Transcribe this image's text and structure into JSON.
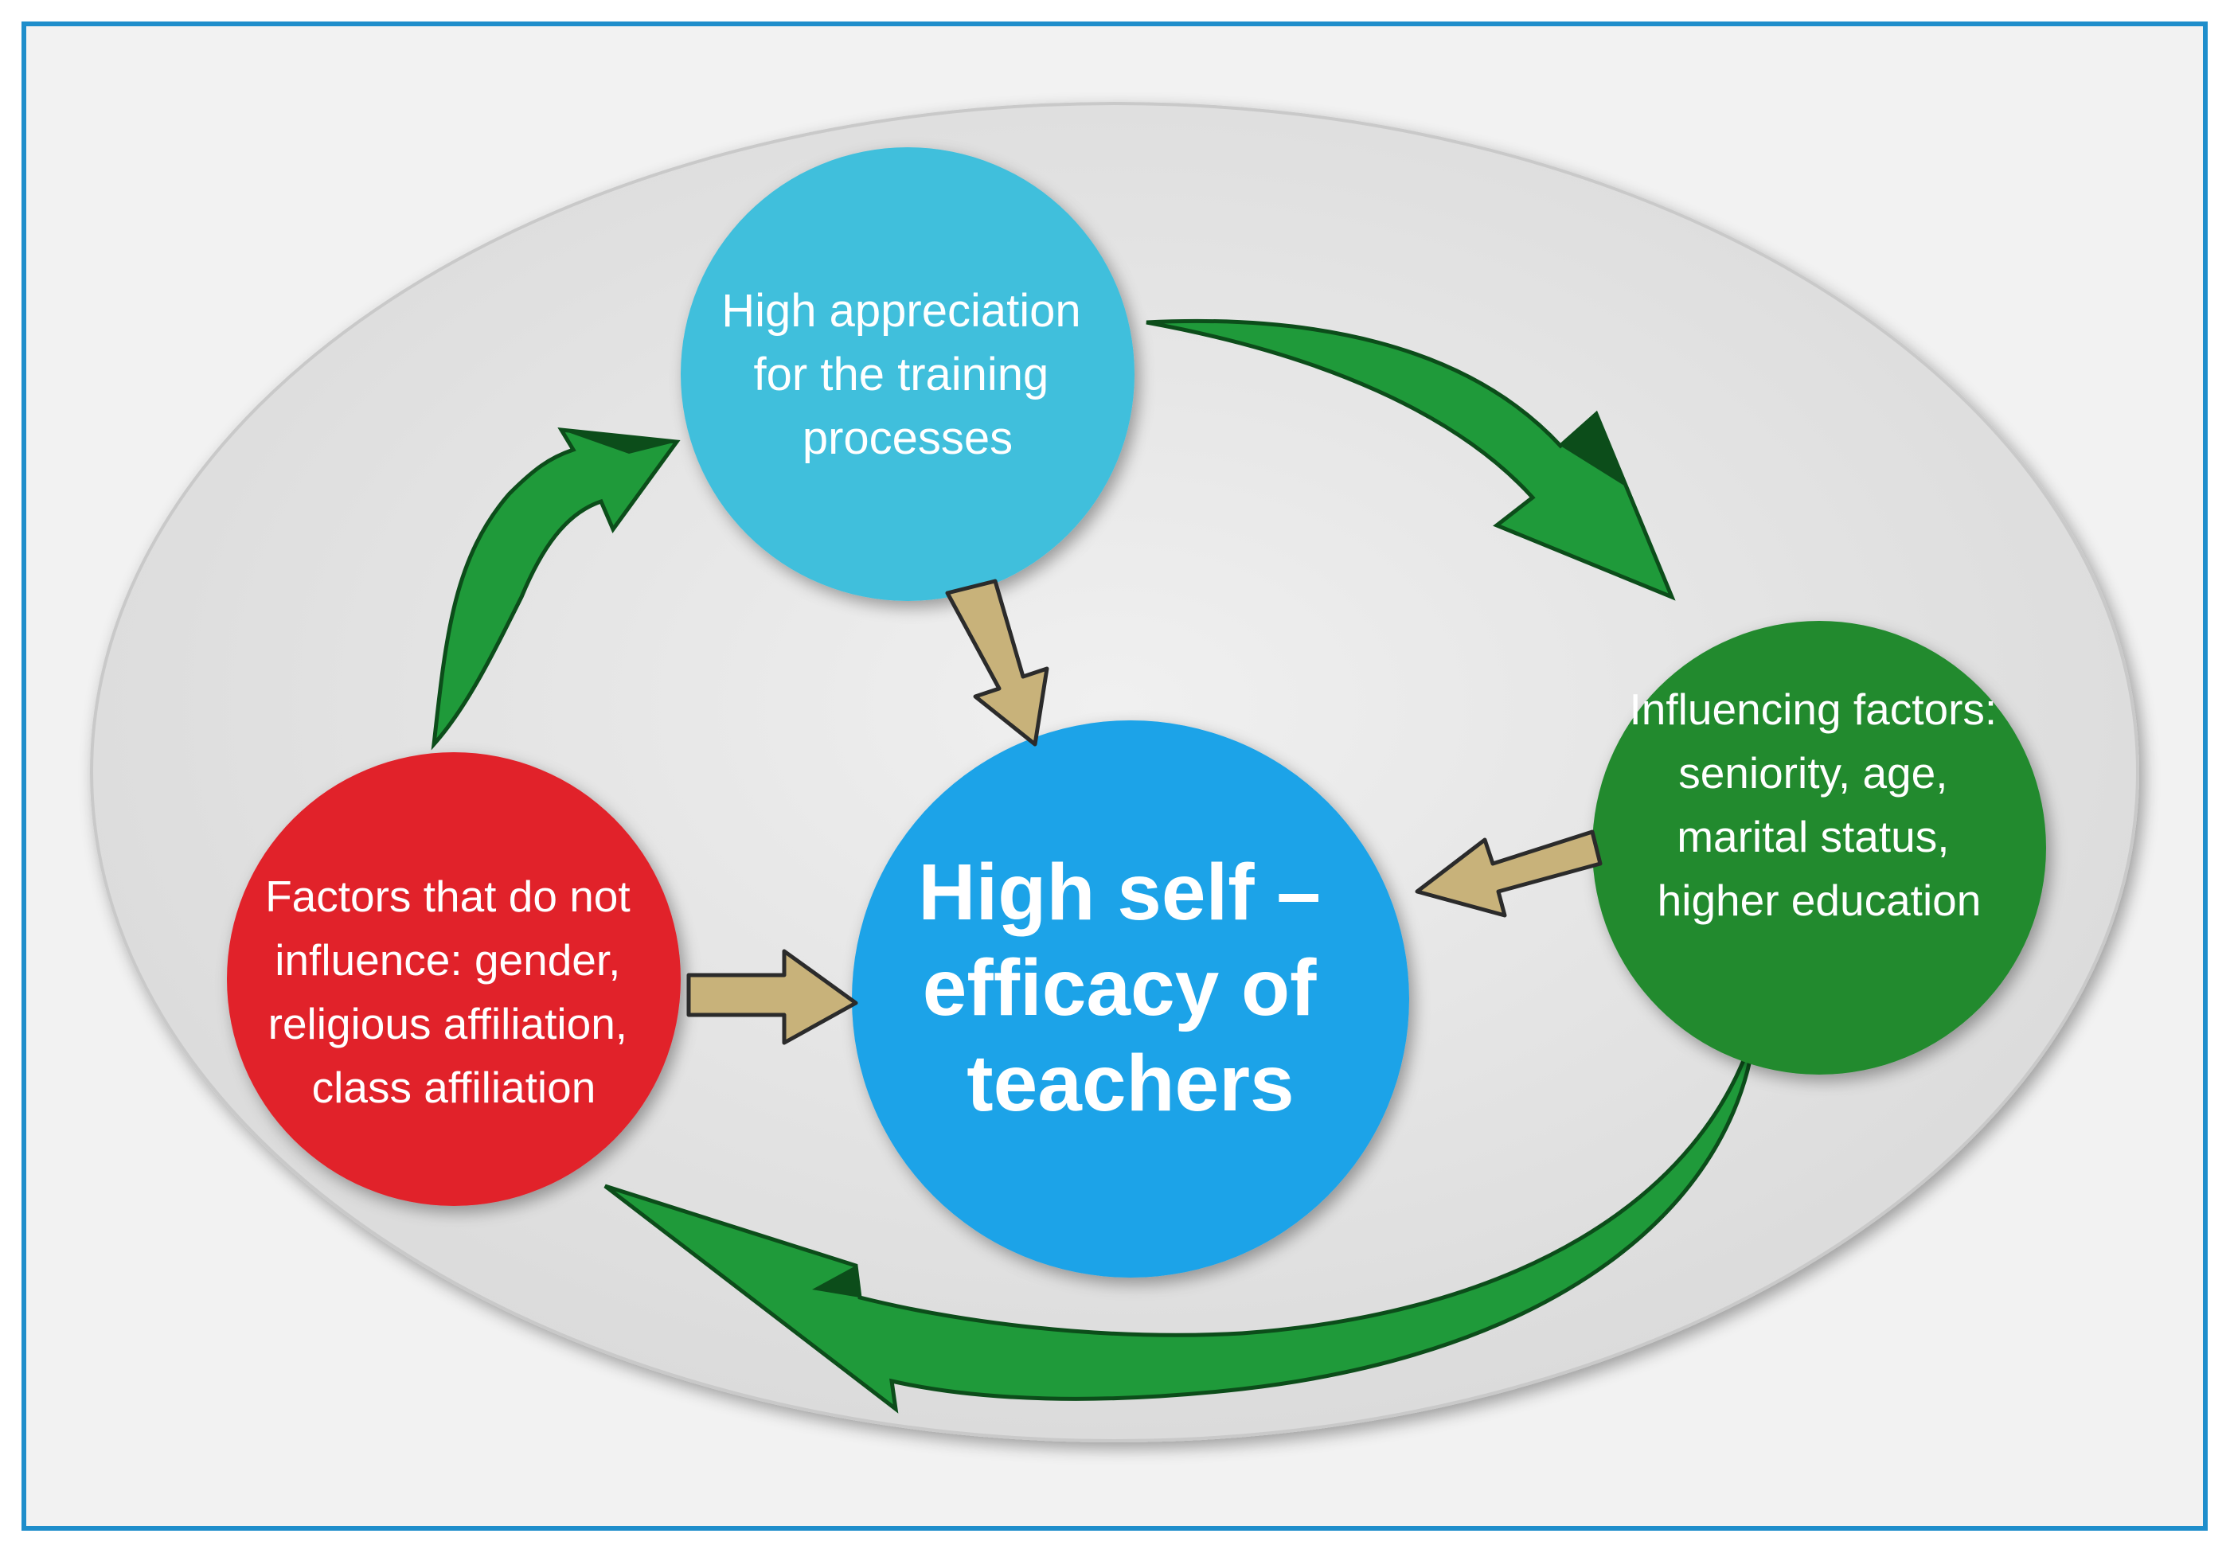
{
  "colors": {
    "frame_border": "#1f8ecb",
    "frame_fill": "#f2f2f2",
    "ellipse_fill": "#e3e3e3",
    "ellipse_stroke": "#c9c9c9",
    "top_node": "#3fbfdc",
    "center_node": "#1aa3e8",
    "right_node": "#238a2e",
    "left_node": "#e1212a",
    "cycle_arrow": "#1f9a3a",
    "cycle_arrow_dark": "#0c4d1a",
    "influence_arrow": "#c8b27a",
    "influence_arrow_dark": "#2b2b2b",
    "text": "#ffffff"
  },
  "nodes": {
    "center": {
      "lines": [
        "High self –",
        "efficacy of",
        "teachers"
      ]
    },
    "top": {
      "lines": [
        "High appreciation",
        "for the training",
        "processes"
      ]
    },
    "right": {
      "lines": [
        "Influencing factors:",
        "seniority, age,",
        "marital status,",
        "higher education"
      ]
    },
    "left": {
      "lines": [
        "Factors that do not",
        "influence: gender,",
        "religious affiliation,",
        "class affiliation"
      ]
    }
  }
}
